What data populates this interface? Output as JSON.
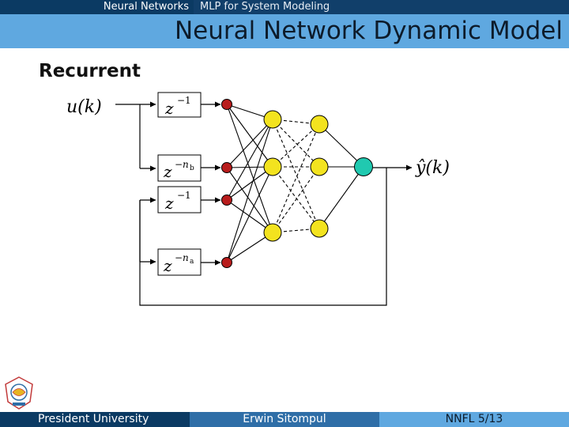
{
  "header": {
    "nav_left": "Neural Networks",
    "nav_right": "MLP for System Modeling",
    "title": "Neural Network Dynamic Model"
  },
  "section": {
    "heading": "Recurrent"
  },
  "diagram": {
    "input_label": "u(k)",
    "output_label": "ŷ(k)",
    "delay_blocks": [
      {
        "base": "z",
        "exp": "−1",
        "sub": ""
      },
      {
        "base": "z",
        "exp": "−n",
        "sub": "b"
      },
      {
        "base": "z",
        "exp": "−1",
        "sub": ""
      },
      {
        "base": "z",
        "exp": "−n",
        "sub": "a"
      }
    ],
    "colors": {
      "input_node": "#b81c1c",
      "hidden_node": "#f3e31f",
      "output_node": "#20c9b0"
    }
  },
  "footer": {
    "left": "President University",
    "middle": "Erwin Sitompul",
    "right": "NNFL 5/13"
  }
}
